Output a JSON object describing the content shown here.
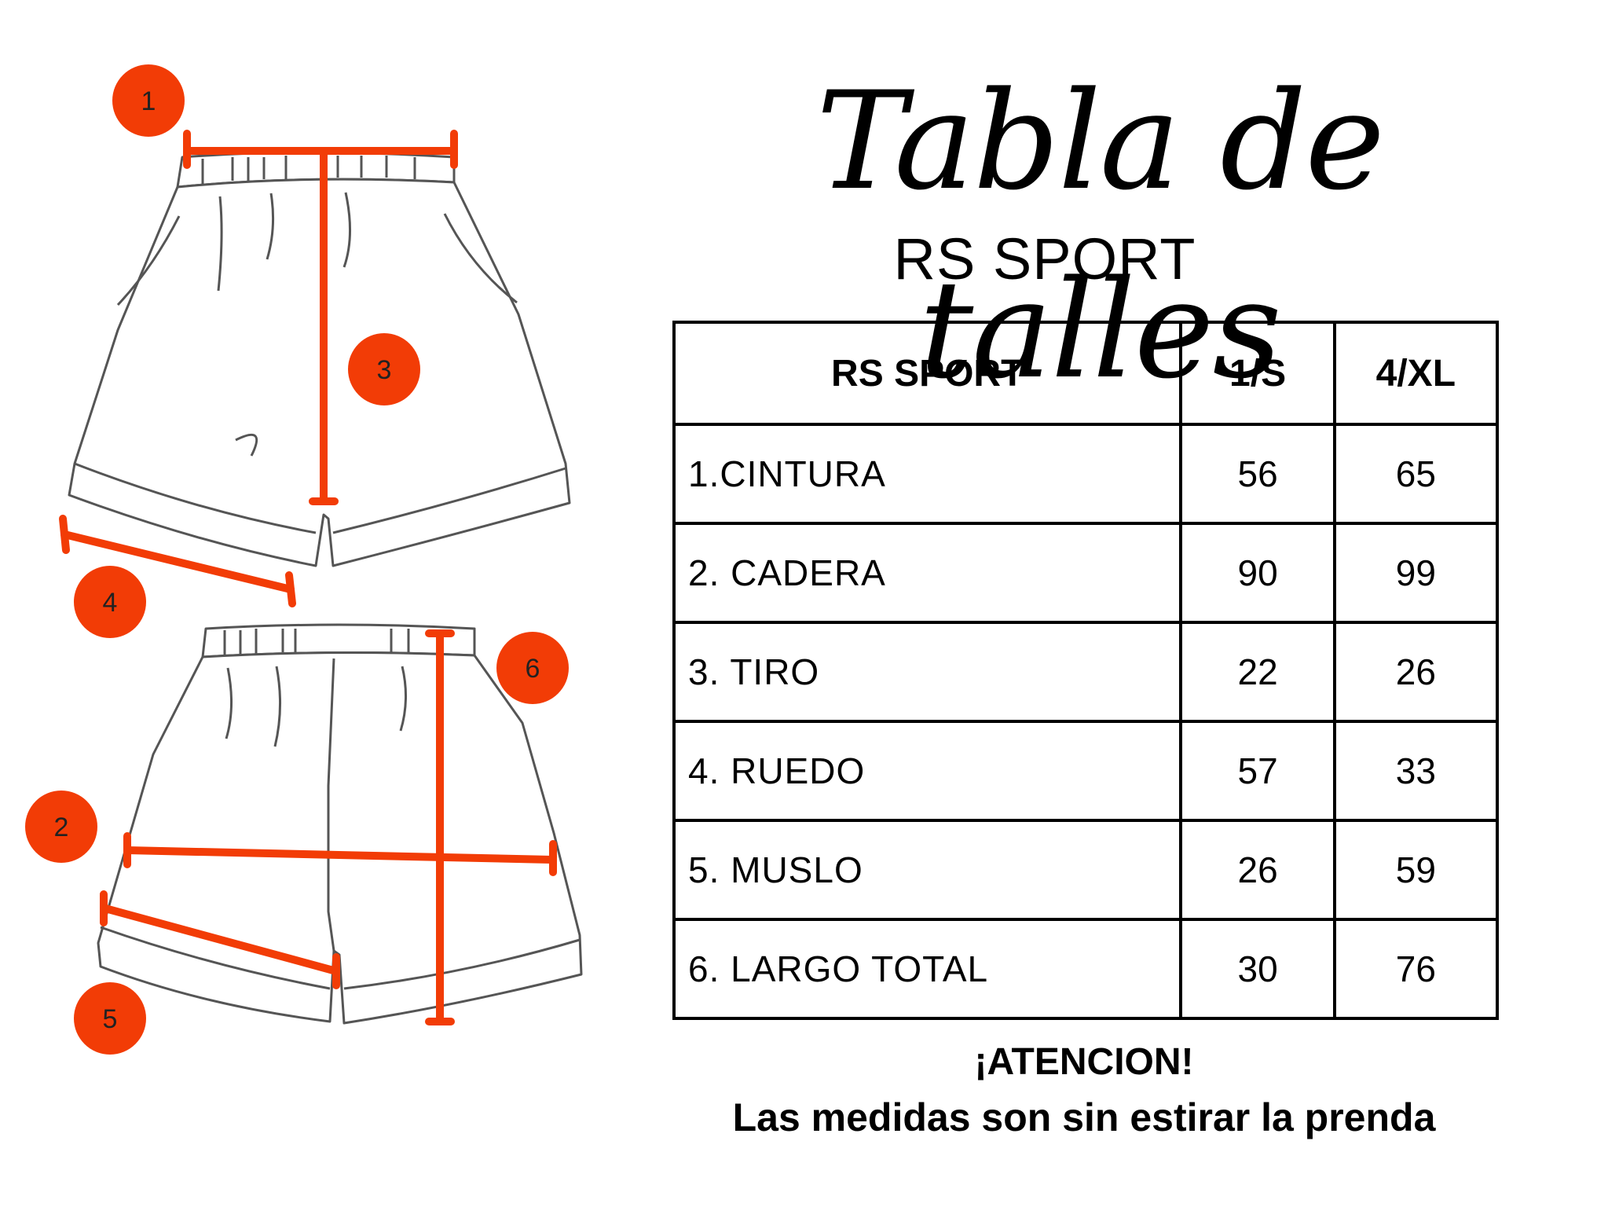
{
  "header": {
    "title": "Tabla de talles",
    "subtitle": "RS SPORT"
  },
  "table": {
    "headers": [
      "RS SPORT",
      "1/S",
      "4/XL"
    ],
    "rows": [
      {
        "label": "1.CINTURA",
        "s": "56",
        "xl": "65"
      },
      {
        "label": "2. CADERA",
        "s": "90",
        "xl": "99"
      },
      {
        "label": "3. TIRO",
        "s": "22",
        "xl": "26"
      },
      {
        "label": "4. RUEDO",
        "s": "57",
        "xl": "33"
      },
      {
        "label": "5. MUSLO",
        "s": "26",
        "xl": "59"
      },
      {
        "label": "6. LARGO TOTAL",
        "s": "30",
        "xl": "76"
      }
    ]
  },
  "notice": {
    "line1": "¡ATENCION!",
    "line2": "Las medidas son sin estirar la prenda"
  },
  "illustration": {
    "markers": [
      "1",
      "2",
      "3",
      "4",
      "5",
      "6"
    ],
    "accent_color": "#f23c06",
    "line_color": "#555555"
  }
}
